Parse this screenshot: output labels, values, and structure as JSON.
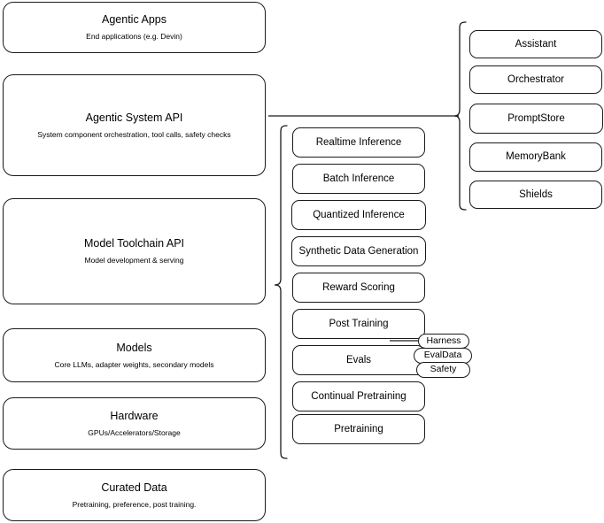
{
  "diagram": {
    "title": "Agentic AI stack layered architecture diagram",
    "stroke_color": "#1a1a1a",
    "background_color": "#ffffff",
    "stack_layers": [
      {
        "id": "agentic-apps",
        "title": "Agentic Apps",
        "subtitle": "End applications (e.g. Devin)"
      },
      {
        "id": "agentic-system-api",
        "title": "Agentic System API",
        "subtitle": "System component orchestration, tool calls, safety checks"
      },
      {
        "id": "model-toolchain-api",
        "title": "Model Toolchain API",
        "subtitle": "Model development & serving"
      },
      {
        "id": "models",
        "title": "Models",
        "subtitle": "Core LLMs, adapter weights, secondary models"
      },
      {
        "id": "hardware",
        "title": "Hardware",
        "subtitle": "GPUs/Accelerators/Storage"
      },
      {
        "id": "curated-data",
        "title": "Curated Data",
        "subtitle": "Pretraining, preference, post training."
      }
    ],
    "toolchain_capabilities": [
      {
        "id": "realtime-inference",
        "title": "Realtime Inference"
      },
      {
        "id": "batch-inference",
        "title": "Batch Inference"
      },
      {
        "id": "quantized-inference",
        "title": "Quantized Inference"
      },
      {
        "id": "synthetic-data-generation",
        "title": "Synthetic Data Generation"
      },
      {
        "id": "reward-scoring",
        "title": "Reward Scoring"
      },
      {
        "id": "post-training",
        "title": "Post Training"
      },
      {
        "id": "evals",
        "title": "Evals"
      },
      {
        "id": "continual-pretraining",
        "title": "Continual Pretraining"
      },
      {
        "id": "pretraining",
        "title": "Pretraining"
      }
    ],
    "evals_tags": [
      {
        "id": "harness",
        "title": "Harness"
      },
      {
        "id": "evaldata",
        "title": "EvalData"
      },
      {
        "id": "safety",
        "title": "Safety"
      }
    ],
    "system_components": [
      {
        "id": "assistant",
        "title": "Assistant"
      },
      {
        "id": "orchestrator",
        "title": "Orchestrator"
      },
      {
        "id": "promptstore",
        "title": "PromptStore"
      },
      {
        "id": "memorybank",
        "title": "MemoryBank"
      },
      {
        "id": "shields",
        "title": "Shields"
      }
    ]
  }
}
